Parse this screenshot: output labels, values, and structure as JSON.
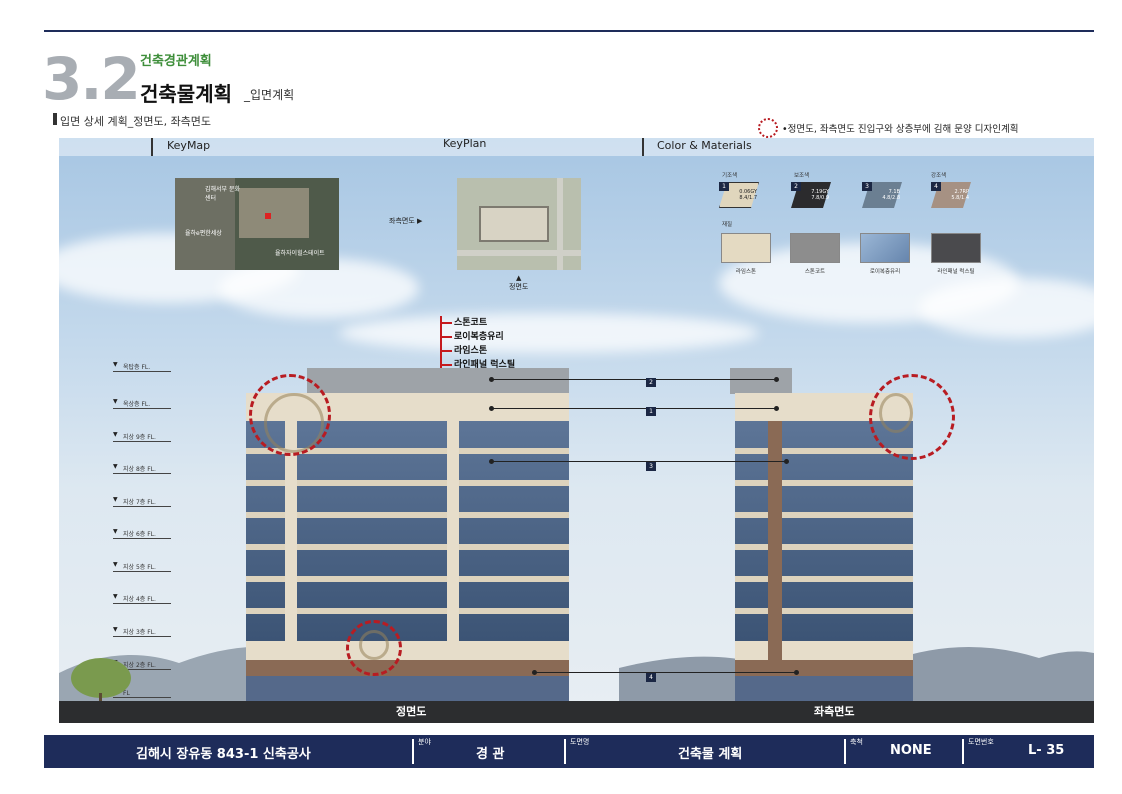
{
  "header": {
    "section_number": "3.2",
    "category": "건축경관계획",
    "title": "건축물계획",
    "title_suffix": "_입면계획",
    "subtitle": "입면 상세 계획_정면도, 좌측면도",
    "note": "•정면도, 좌측면도 진입구와 상층부에 김해 문양 디자인계획"
  },
  "tabs": [
    "KeyMap",
    "KeyPlan",
    "Color & Materials"
  ],
  "keymap": {
    "labels": [
      "김해서부 문화센터",
      "율하e편한세상",
      "율하자이힐스테이트"
    ]
  },
  "keyplan": {
    "left_label": "좌측면도 ▶",
    "bottom_arrow": "▲",
    "bottom_label": "정면도"
  },
  "colors": {
    "groups": [
      "기조색",
      "보조색",
      "강조색"
    ],
    "swatches": [
      {
        "num": "1",
        "code": "0.06GY",
        "value": "8.4/1.7",
        "hex": "#e0d6bd"
      },
      {
        "num": "2",
        "code": "7.19GY",
        "value": "7.8/0.9",
        "hex": "#c9cabf"
      },
      {
        "num": "3",
        "code": "7.1B",
        "value": "4.8/2.8",
        "hex": "#6b7f92"
      },
      {
        "num": "4",
        "code": "2.7RP",
        "value": "5.8/1.4",
        "hex": "#a69183"
      }
    ],
    "materials_title": "재질",
    "materials": [
      {
        "name": "라임스톤",
        "hex": "#e4dac2"
      },
      {
        "name": "스톤코트",
        "hex": "#8d8d8d"
      },
      {
        "name": "로이복층유리",
        "hex": "#7f9dc2"
      },
      {
        "name": "라인패널 럭스틸",
        "hex": "#4a4a4d"
      }
    ]
  },
  "material_callouts": [
    "스톤코트",
    "로이복층유리",
    "라임스톤",
    "라인패널 럭스틸"
  ],
  "floor_labels": [
    "옥탑층 FL.",
    "옥상층 FL.",
    "지상 9층 FL.",
    "지상 8층 FL.",
    "지상 7층 FL.",
    "지상 6층 FL.",
    "지상 5층 FL.",
    "지상 4층 FL.",
    "지상 3층 FL.",
    "지상 2층 FL.",
    "FL"
  ],
  "dimension_marks": [
    "2",
    "1",
    "3",
    "4"
  ],
  "elevations": {
    "front": "정면도",
    "left": "좌측면도"
  },
  "footer": {
    "project": "김해시 장유동 843-1 신축공사",
    "field_label": "분야",
    "field_value": "경 관",
    "drawing_label": "도면명",
    "drawing_value": "건축물 계획",
    "scale_label": "축척",
    "scale_value": "NONE",
    "number_label": "도면번호",
    "number_value": "L- 35"
  }
}
